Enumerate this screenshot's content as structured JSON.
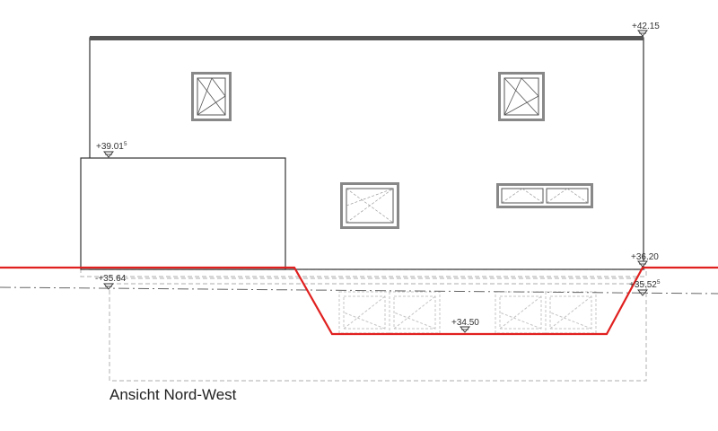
{
  "drawing": {
    "title": "Ansicht Nord-West",
    "levels": {
      "ridge": "+42.15",
      "garage_top": "+39.01",
      "garage_top_sup": "5",
      "ground_right": "+36.20",
      "ground_left": "-+35.64",
      "ground_right_low": "+35.52",
      "ground_right_low_sup": "5",
      "basement_bottom": "+34.50"
    },
    "colors": {
      "terrain": "#e0201f",
      "outline": "#333333",
      "hidden": "#bdbdbd",
      "shade": "#8a8a8a"
    },
    "icons": {
      "level_marker": "triangle-down-icon"
    }
  }
}
